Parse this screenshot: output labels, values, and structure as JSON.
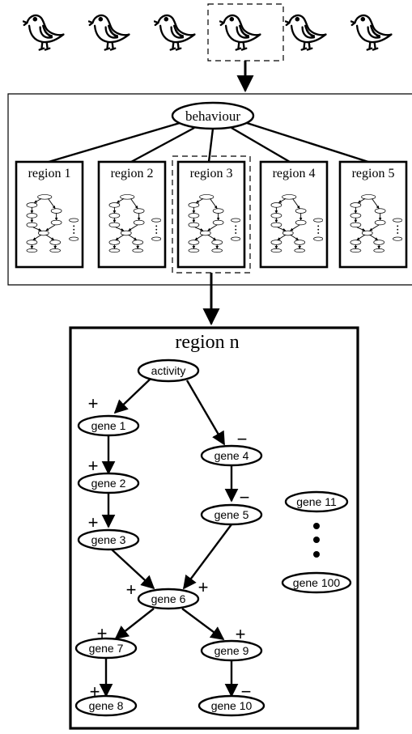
{
  "top": {
    "behaviour_label": "behaviour",
    "regions": [
      {
        "label": "region 1"
      },
      {
        "label": "region 2"
      },
      {
        "label": "region 3"
      },
      {
        "label": "region 4"
      },
      {
        "label": "region 5"
      }
    ]
  },
  "detail": {
    "title": "region n",
    "activity_label": "activity",
    "genes": {
      "g1": "gene 1",
      "g2": "gene 2",
      "g3": "gene 3",
      "g4": "gene 4",
      "g5": "gene 5",
      "g6": "gene 6",
      "g7": "gene 7",
      "g8": "gene 8",
      "g9": "gene 9",
      "g10": "gene 10",
      "g11": "gene 11",
      "g100": "gene 100"
    },
    "signs": {
      "plus": "+",
      "minus": "−"
    }
  },
  "colors": {
    "line": "#000000",
    "background": "#ffffff"
  }
}
